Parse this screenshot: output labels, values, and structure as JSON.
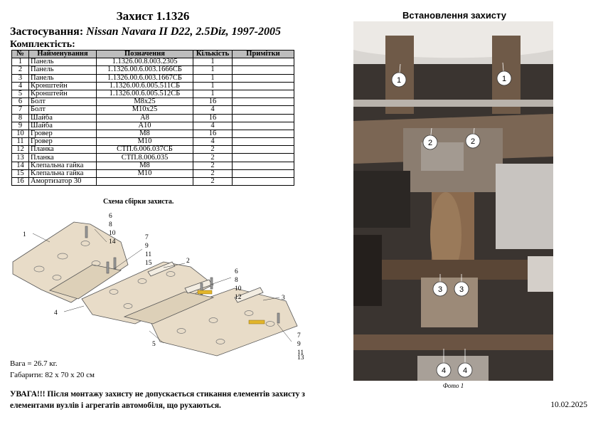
{
  "header": {
    "title": "Захист 1.1326",
    "application_label": "Застосування:",
    "application_value": "Nissan Navara II D22, 2.5Diz, 1997-2005",
    "kit_label": "Комплектість:"
  },
  "table": {
    "headers": [
      "№",
      "Найменування",
      "Позначення",
      "Кількість",
      "Примітки"
    ],
    "rows": [
      [
        "1",
        "Панель",
        "1.1326.00.8.003.2305",
        "1",
        ""
      ],
      [
        "2",
        "Панель",
        "1.1326.00.6.003.1666СБ",
        "1",
        ""
      ],
      [
        "3",
        "Панель",
        "1.1326.00.6.003.1667СБ",
        "1",
        ""
      ],
      [
        "4",
        "Кронштейн",
        "1.1326.00.6.005.511СБ",
        "1",
        ""
      ],
      [
        "5",
        "Кронштейн",
        "1.1326.00.6.005.512СБ",
        "1",
        ""
      ],
      [
        "6",
        "Болт",
        "М8х25",
        "16",
        ""
      ],
      [
        "7",
        "Болт",
        "М10х25",
        "4",
        ""
      ],
      [
        "8",
        "Шайба",
        "А8",
        "16",
        ""
      ],
      [
        "9",
        "Шайба",
        "А10",
        "4",
        ""
      ],
      [
        "10",
        "Гровер",
        "М8",
        "16",
        ""
      ],
      [
        "11",
        "Гровер",
        "М10",
        "4",
        ""
      ],
      [
        "12",
        "Планка",
        "СТП.6.006.037СБ",
        "2",
        ""
      ],
      [
        "13",
        "Планка",
        "СТП.8.006.035",
        "2",
        ""
      ],
      [
        "14",
        "Клепальна гайка",
        "М8",
        "2",
        ""
      ],
      [
        "15",
        "Клепальна гайка",
        "М10",
        "2",
        ""
      ],
      [
        "16",
        "Амортизатор 30",
        "",
        "2",
        ""
      ]
    ]
  },
  "scheme": {
    "title": "Схема сбірки захиста.",
    "callouts": {
      "p1": "1",
      "p2": "2",
      "p3": "3",
      "p4": "4",
      "p5": "5",
      "g1": [
        "6",
        "8",
        "10",
        "14"
      ],
      "g2": [
        "7",
        "9",
        "11",
        "15"
      ],
      "g3": [
        "6",
        "8",
        "10",
        "12"
      ],
      "g4": [
        "7",
        "9",
        "11",
        "13"
      ]
    }
  },
  "specs": {
    "weight": "Вага = 26.7 кг.",
    "dimensions": "Габарити: 82 х 70 х 20 см"
  },
  "warning": "УВАГА!!! Після монтажу захисту не допускається стикання елементів захисту з елементами вузлів і агрегатів автомобіля, що рухаються.",
  "date": "10.02.2025",
  "installation": {
    "title": "Встановлення захисту",
    "caption": "Фото 1",
    "markers": [
      "1",
      "1",
      "2",
      "2",
      "3",
      "3",
      "4",
      "4"
    ]
  },
  "colors": {
    "plate": "#e8dcc8",
    "plate_edge": "#555555",
    "table_header": "#bdbdbd",
    "chassis_dark": "#2b2724",
    "rust": "#8a6a4e"
  }
}
